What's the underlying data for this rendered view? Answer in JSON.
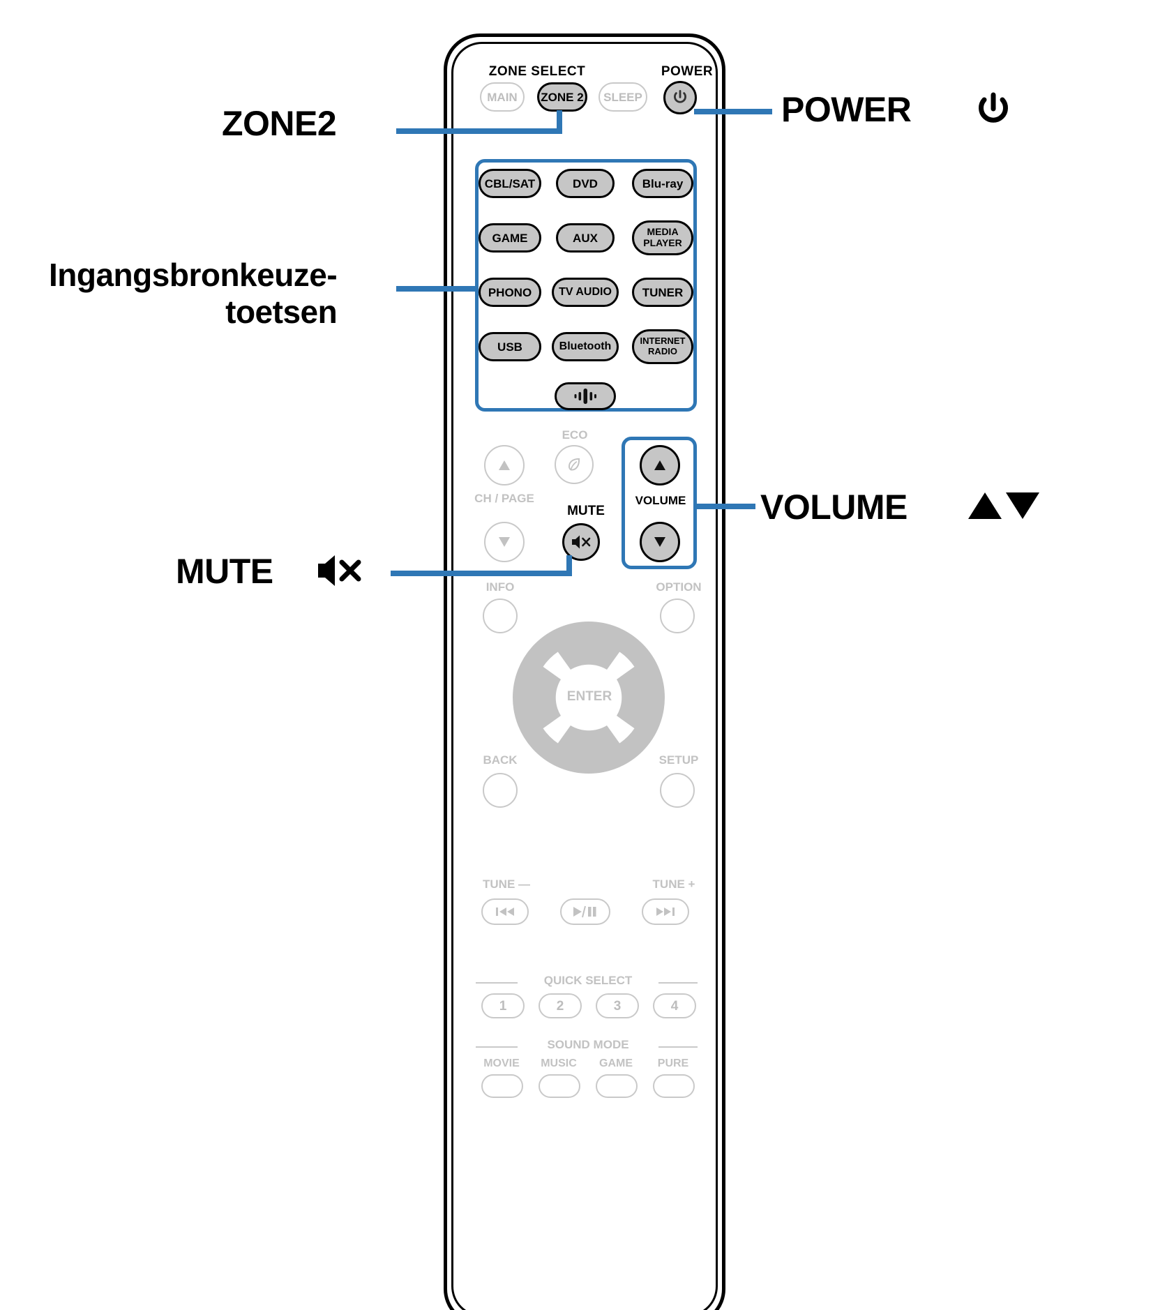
{
  "device": {
    "type": "av-receiver-remote-control",
    "sections": {
      "zone_select_label": "ZONE SELECT",
      "power_label": "POWER",
      "ch_page_label": "CH / PAGE",
      "eco_label": "ECO",
      "mute_label": "MUTE",
      "volume_label": "VOLUME",
      "info_label": "INFO",
      "option_label": "OPTION",
      "back_label": "BACK",
      "setup_label": "SETUP",
      "enter_label": "ENTER",
      "tune_minus_label": "TUNE —",
      "tune_plus_label": "TUNE +",
      "quick_select_label": "QUICK SELECT",
      "sound_mode_label": "SOUND MODE"
    },
    "zone_buttons": [
      {
        "label": "MAIN",
        "state": "inactive"
      },
      {
        "label": "ZONE 2",
        "state": "active"
      },
      {
        "label": "SLEEP",
        "state": "inactive"
      }
    ],
    "input_source_buttons": [
      {
        "label": "CBL/SAT"
      },
      {
        "label": "DVD"
      },
      {
        "label": "Blu-ray"
      },
      {
        "label": "GAME"
      },
      {
        "label": "AUX"
      },
      {
        "label": "MEDIA PLAYER",
        "line1": "MEDIA",
        "line2": "PLAYER"
      },
      {
        "label": "PHONO"
      },
      {
        "label": "TV AUDIO"
      },
      {
        "label": "TUNER"
      },
      {
        "label": "USB"
      },
      {
        "label": "Bluetooth"
      },
      {
        "label": "INTERNET RADIO",
        "line1": "INTERNET",
        "line2": "RADIO"
      },
      {
        "label": "HEOS",
        "icon": "heos-icon"
      }
    ],
    "quick_select_buttons": [
      "1",
      "2",
      "3",
      "4"
    ],
    "sound_mode_buttons": [
      "MOVIE",
      "MUSIC",
      "GAME",
      "PURE"
    ],
    "transport_buttons": [
      {
        "icon": "skip-previous-icon",
        "glyph": "⏮"
      },
      {
        "icon": "play-pause-icon",
        "glyph": "▶/‖"
      },
      {
        "icon": "skip-next-icon",
        "glyph": "⏭"
      }
    ]
  },
  "callouts": [
    {
      "id": "zone2",
      "text": "ZONE2",
      "icon": null
    },
    {
      "id": "input-source",
      "line1": "Ingangsbronkeuze-",
      "line2": "toetsen",
      "icon": null
    },
    {
      "id": "mute",
      "text": "MUTE",
      "icon": "mute-speaker-x-icon"
    },
    {
      "id": "power",
      "text": "POWER",
      "icon": "power-symbol-icon"
    },
    {
      "id": "volume",
      "text": "VOLUME",
      "icon": "up-down-triangles-icon"
    }
  ],
  "colors": {
    "accent": "#2f77b5",
    "button_fill": "#c6c6c6",
    "outline": "#000000",
    "ghost": "#c2c2c2"
  }
}
